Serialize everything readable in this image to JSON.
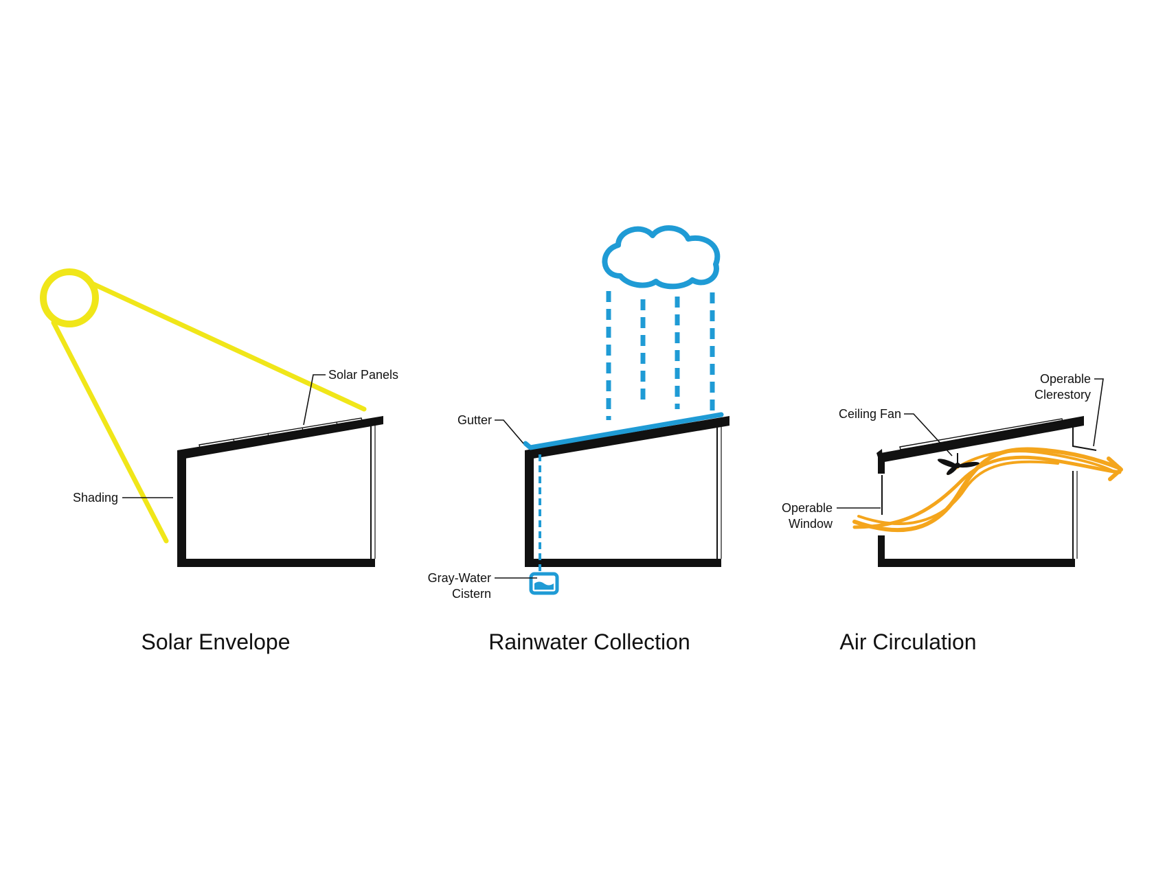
{
  "colors": {
    "sun": "#f0e619",
    "water": "#1f9bd5",
    "air": "#f4a51c",
    "structure": "#111111"
  },
  "panels": [
    {
      "title": "Solar Envelope",
      "labels": {
        "solar_panels": "Solar Panels",
        "shading": "Shading"
      },
      "icons": [
        "sun-icon"
      ]
    },
    {
      "title": "Rainwater Collection",
      "labels": {
        "gutter": "Gutter",
        "cistern_line1": "Gray-Water",
        "cistern_line2": "Cistern"
      },
      "icons": [
        "cloud-icon",
        "rain-icon",
        "cistern-icon"
      ]
    },
    {
      "title": "Air Circulation",
      "labels": {
        "clerestory_line1": "Operable",
        "clerestory_line2": "Clerestory",
        "ceiling_fan": "Ceiling Fan",
        "window_line1": "Operable",
        "window_line2": "Window"
      },
      "icons": [
        "ceiling-fan-icon",
        "airflow-arrow-icon"
      ]
    }
  ]
}
